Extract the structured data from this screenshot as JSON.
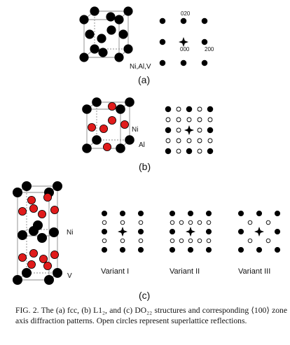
{
  "colors": {
    "ink": "#111111",
    "red": "#e01b1b",
    "box": "#8a8a8a"
  },
  "panel_a": {
    "label": "(a)",
    "crystal_label": "Ni,Al,V",
    "pattern_labels": {
      "top": "020",
      "center": "000",
      "right": "200"
    }
  },
  "panel_b": {
    "label": "(b)",
    "label_ni": "Ni",
    "label_al": "Al"
  },
  "panel_c": {
    "label": "(c)",
    "label_ni": "Ni",
    "label_v": "V",
    "variants": [
      "Variant I",
      "Variant II",
      "Variant III"
    ]
  },
  "caption": "FIG. 2. The (a) fcc, (b) L1₂, and (c) DO₂₂ structures and corresponding ⟨100⟩ zone axis diffraction patterns. Open circles represent superlattice reflections."
}
